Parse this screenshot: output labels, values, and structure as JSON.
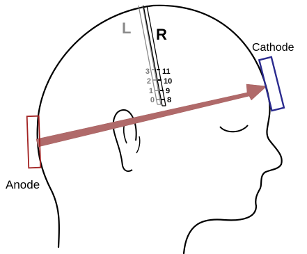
{
  "labels": {
    "left": "L",
    "right": "R",
    "anode": "Anode",
    "cathode": "Cathode"
  },
  "contacts_left": [
    "3",
    "2",
    "1",
    "0"
  ],
  "contacts_right": [
    "11",
    "10",
    "9",
    "8"
  ],
  "colors": {
    "outline": "#000000",
    "lead_left": "#8a8a8a",
    "lead_left_text": "#7a7a7a",
    "arrow": "#b06a6a",
    "anode": "#a22222",
    "cathode": "#2a2a8e"
  }
}
